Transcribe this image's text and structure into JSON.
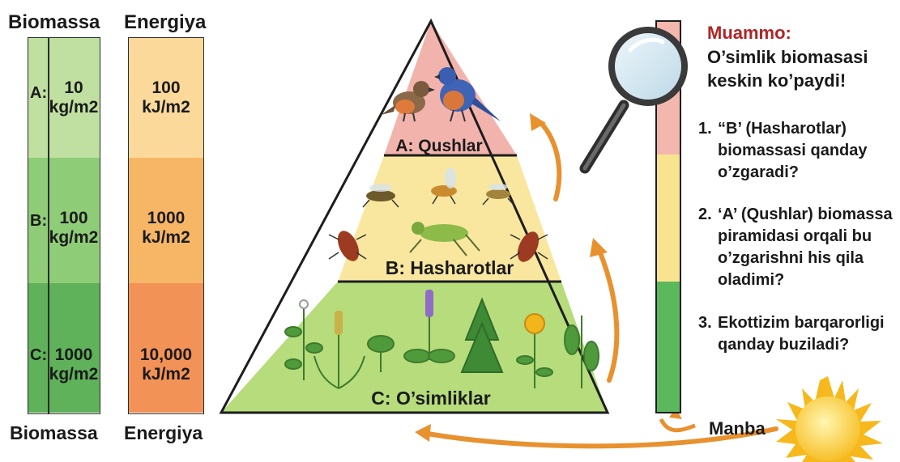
{
  "left_panel": {
    "biomass_header": "Biomassa",
    "energy_header": "Energiya",
    "biomass_footer": "Biomassa",
    "energy_footer": "Energiya",
    "levels": [
      {
        "letter": "A:",
        "biomass_num": "10",
        "biomass_unit": "kg/m2",
        "energy_num": "100",
        "energy_unit": "kJ/m2"
      },
      {
        "letter": "B:",
        "biomass_num": "100",
        "biomass_unit": "kg/m2",
        "energy_num": "1000",
        "energy_unit": "kJ/m2"
      },
      {
        "letter": "C:",
        "biomass_num": "1000",
        "biomass_unit": "kg/m2",
        "energy_num": "10,000",
        "energy_unit": "kJ/m2"
      }
    ],
    "colors": {
      "biomass": [
        "#bfe0a0",
        "#8fcc78",
        "#5fb25a"
      ],
      "energy": [
        "#fbd99a",
        "#f7b666",
        "#f39257"
      ]
    }
  },
  "pyramid": {
    "top_label": "A: Qushlar",
    "middle_label": "B: Hasharotlar",
    "bottom_label": "C: O’simliklar",
    "colors": {
      "top": "#f2b3ad",
      "middle": "#f9e79f",
      "bottom": "#b6dc7c"
    }
  },
  "side_bar_colors": [
    "#f4b7ae",
    "#f8e48f",
    "#5cb85c"
  ],
  "problem": {
    "title": "Muammo:",
    "text": "O’simlik biomasasi keskin ko’paydi!"
  },
  "questions": [
    {
      "number": "1.",
      "text": "“B’ (Hasharotlar) biomassasi qanday o’zgaradi?"
    },
    {
      "number": "2.",
      "text": "‘A’ (Qushlar) biomassa piramidasi orqali bu o’zgarishni his qila oladimi?"
    },
    {
      "number": "3.",
      "text": "Ekottizim barqarorligi qanday buziladi?"
    }
  ],
  "source_label": "Manba",
  "icons": [
    "magnifier-icon",
    "sun-icon",
    "bird-icon",
    "insect-icon",
    "plant-icon",
    "arrow-icon"
  ]
}
